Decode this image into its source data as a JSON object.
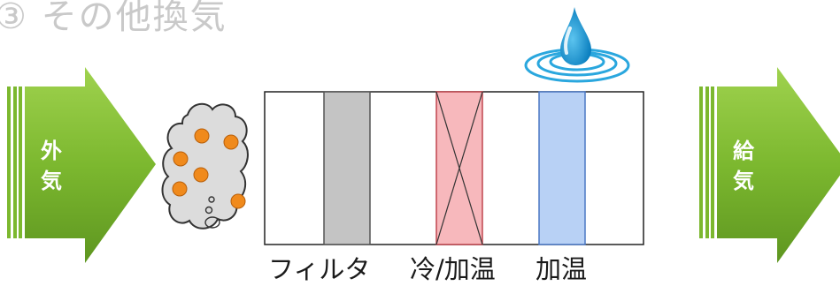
{
  "title": "③ その他換気",
  "arrows": {
    "inlet": {
      "chars": [
        "外",
        "気"
      ],
      "icon": "right-arrow-icon"
    },
    "outlet": {
      "chars": [
        "給",
        "気"
      ],
      "icon": "right-arrow-icon"
    }
  },
  "colors": {
    "arrow_green": "#8cc63f",
    "arrow_dark": "#6fa31f",
    "filter_gray": "#c4c4c4",
    "coil_red": "#f7b8bc",
    "humidifier_blue": "#b8d1f5",
    "particle_orange": "#f08a1c",
    "water_blue": "#1e9ed8"
  },
  "components": {
    "labels": [
      "フィルタ",
      "冷/加温",
      "加温"
    ]
  }
}
